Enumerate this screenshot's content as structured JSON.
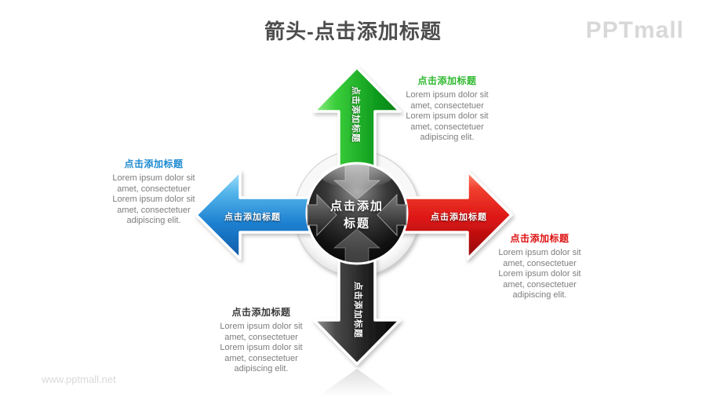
{
  "header": {
    "title": "箭头-点击添加标题",
    "brand": "PPTmall"
  },
  "footer": {
    "watermark": "www.pptmall.net"
  },
  "diagram": {
    "center": {
      "line1": "点击添加",
      "line2": "标题"
    },
    "arrows": {
      "up": {
        "label": "点击添加标题",
        "color": "#1fb42a",
        "direction": "up"
      },
      "down": {
        "label": "点击添加标题",
        "color": "#2b2b2b",
        "direction": "down"
      },
      "left": {
        "label": "点击添加标题",
        "color": "#2188d2",
        "direction": "left"
      },
      "right": {
        "label": "点击添加标题",
        "color": "#dc1414",
        "direction": "right"
      }
    }
  },
  "blocks": {
    "top": {
      "heading": "点击添加标题",
      "heading_color": "#2eb82e",
      "body": "Lorem ipsum dolor sit\namet, consectetuer\nLorem ipsum dolor sit\namet, consectetuer\nadipiscing elit."
    },
    "left": {
      "heading": "点击添加标题",
      "heading_color": "#1e8bd1",
      "body": "Lorem ipsum dolor sit\namet, consectetuer\nLorem ipsum dolor sit\namet, consectetuer\nadipiscing elit."
    },
    "right": {
      "heading": "点击添加标题",
      "heading_color": "#dd1111",
      "body": "Lorem ipsum dolor sit\namet, consectetuer\nLorem ipsum dolor sit\namet, consectetuer\nadipiscing elit."
    },
    "bottom": {
      "heading": "点击添加标题",
      "heading_color": "#3a3a3a",
      "body": "Lorem ipsum dolor sit\namet, consectetuer\nLorem ipsum dolor sit\namet, consectetuer\nadipiscing elit."
    }
  }
}
